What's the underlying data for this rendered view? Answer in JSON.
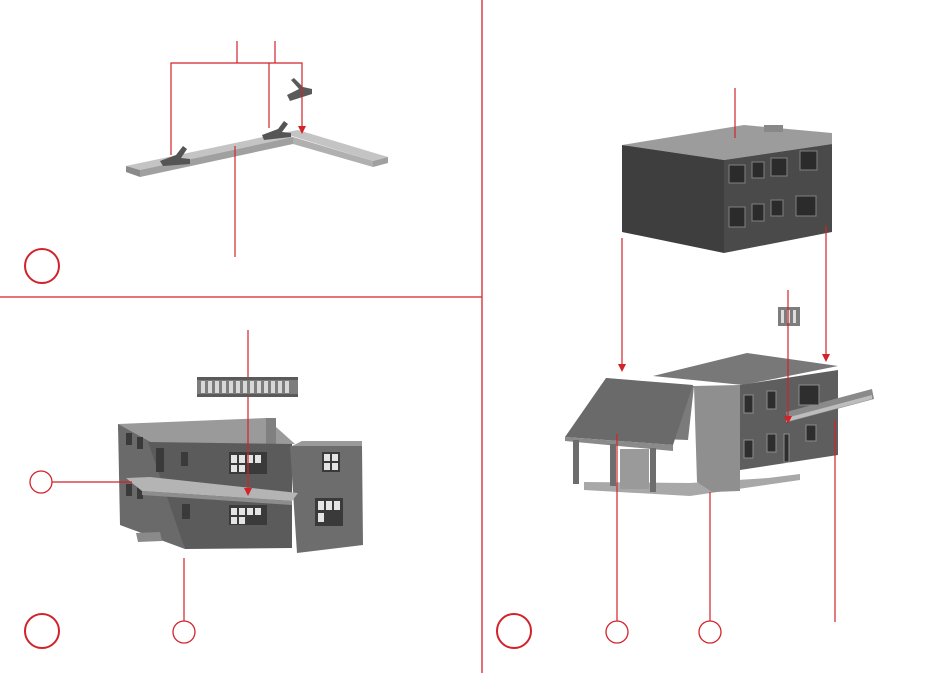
{
  "colors": {
    "accent": "#d2232a",
    "panel_divider": "#d2232a",
    "model_light": "#a9a9a9",
    "model_mid": "#8c8c8c",
    "model_dark": "#5e5e5e",
    "model_darker": "#464646",
    "window_light": "#e4e4e4"
  },
  "panels": [
    {
      "name": "top-left",
      "step_marker": "",
      "callouts": []
    },
    {
      "name": "bottom-left",
      "step_marker": "",
      "callouts": [
        ""
      ]
    },
    {
      "name": "right",
      "step_marker": "",
      "callouts": [
        "",
        ""
      ]
    }
  ]
}
